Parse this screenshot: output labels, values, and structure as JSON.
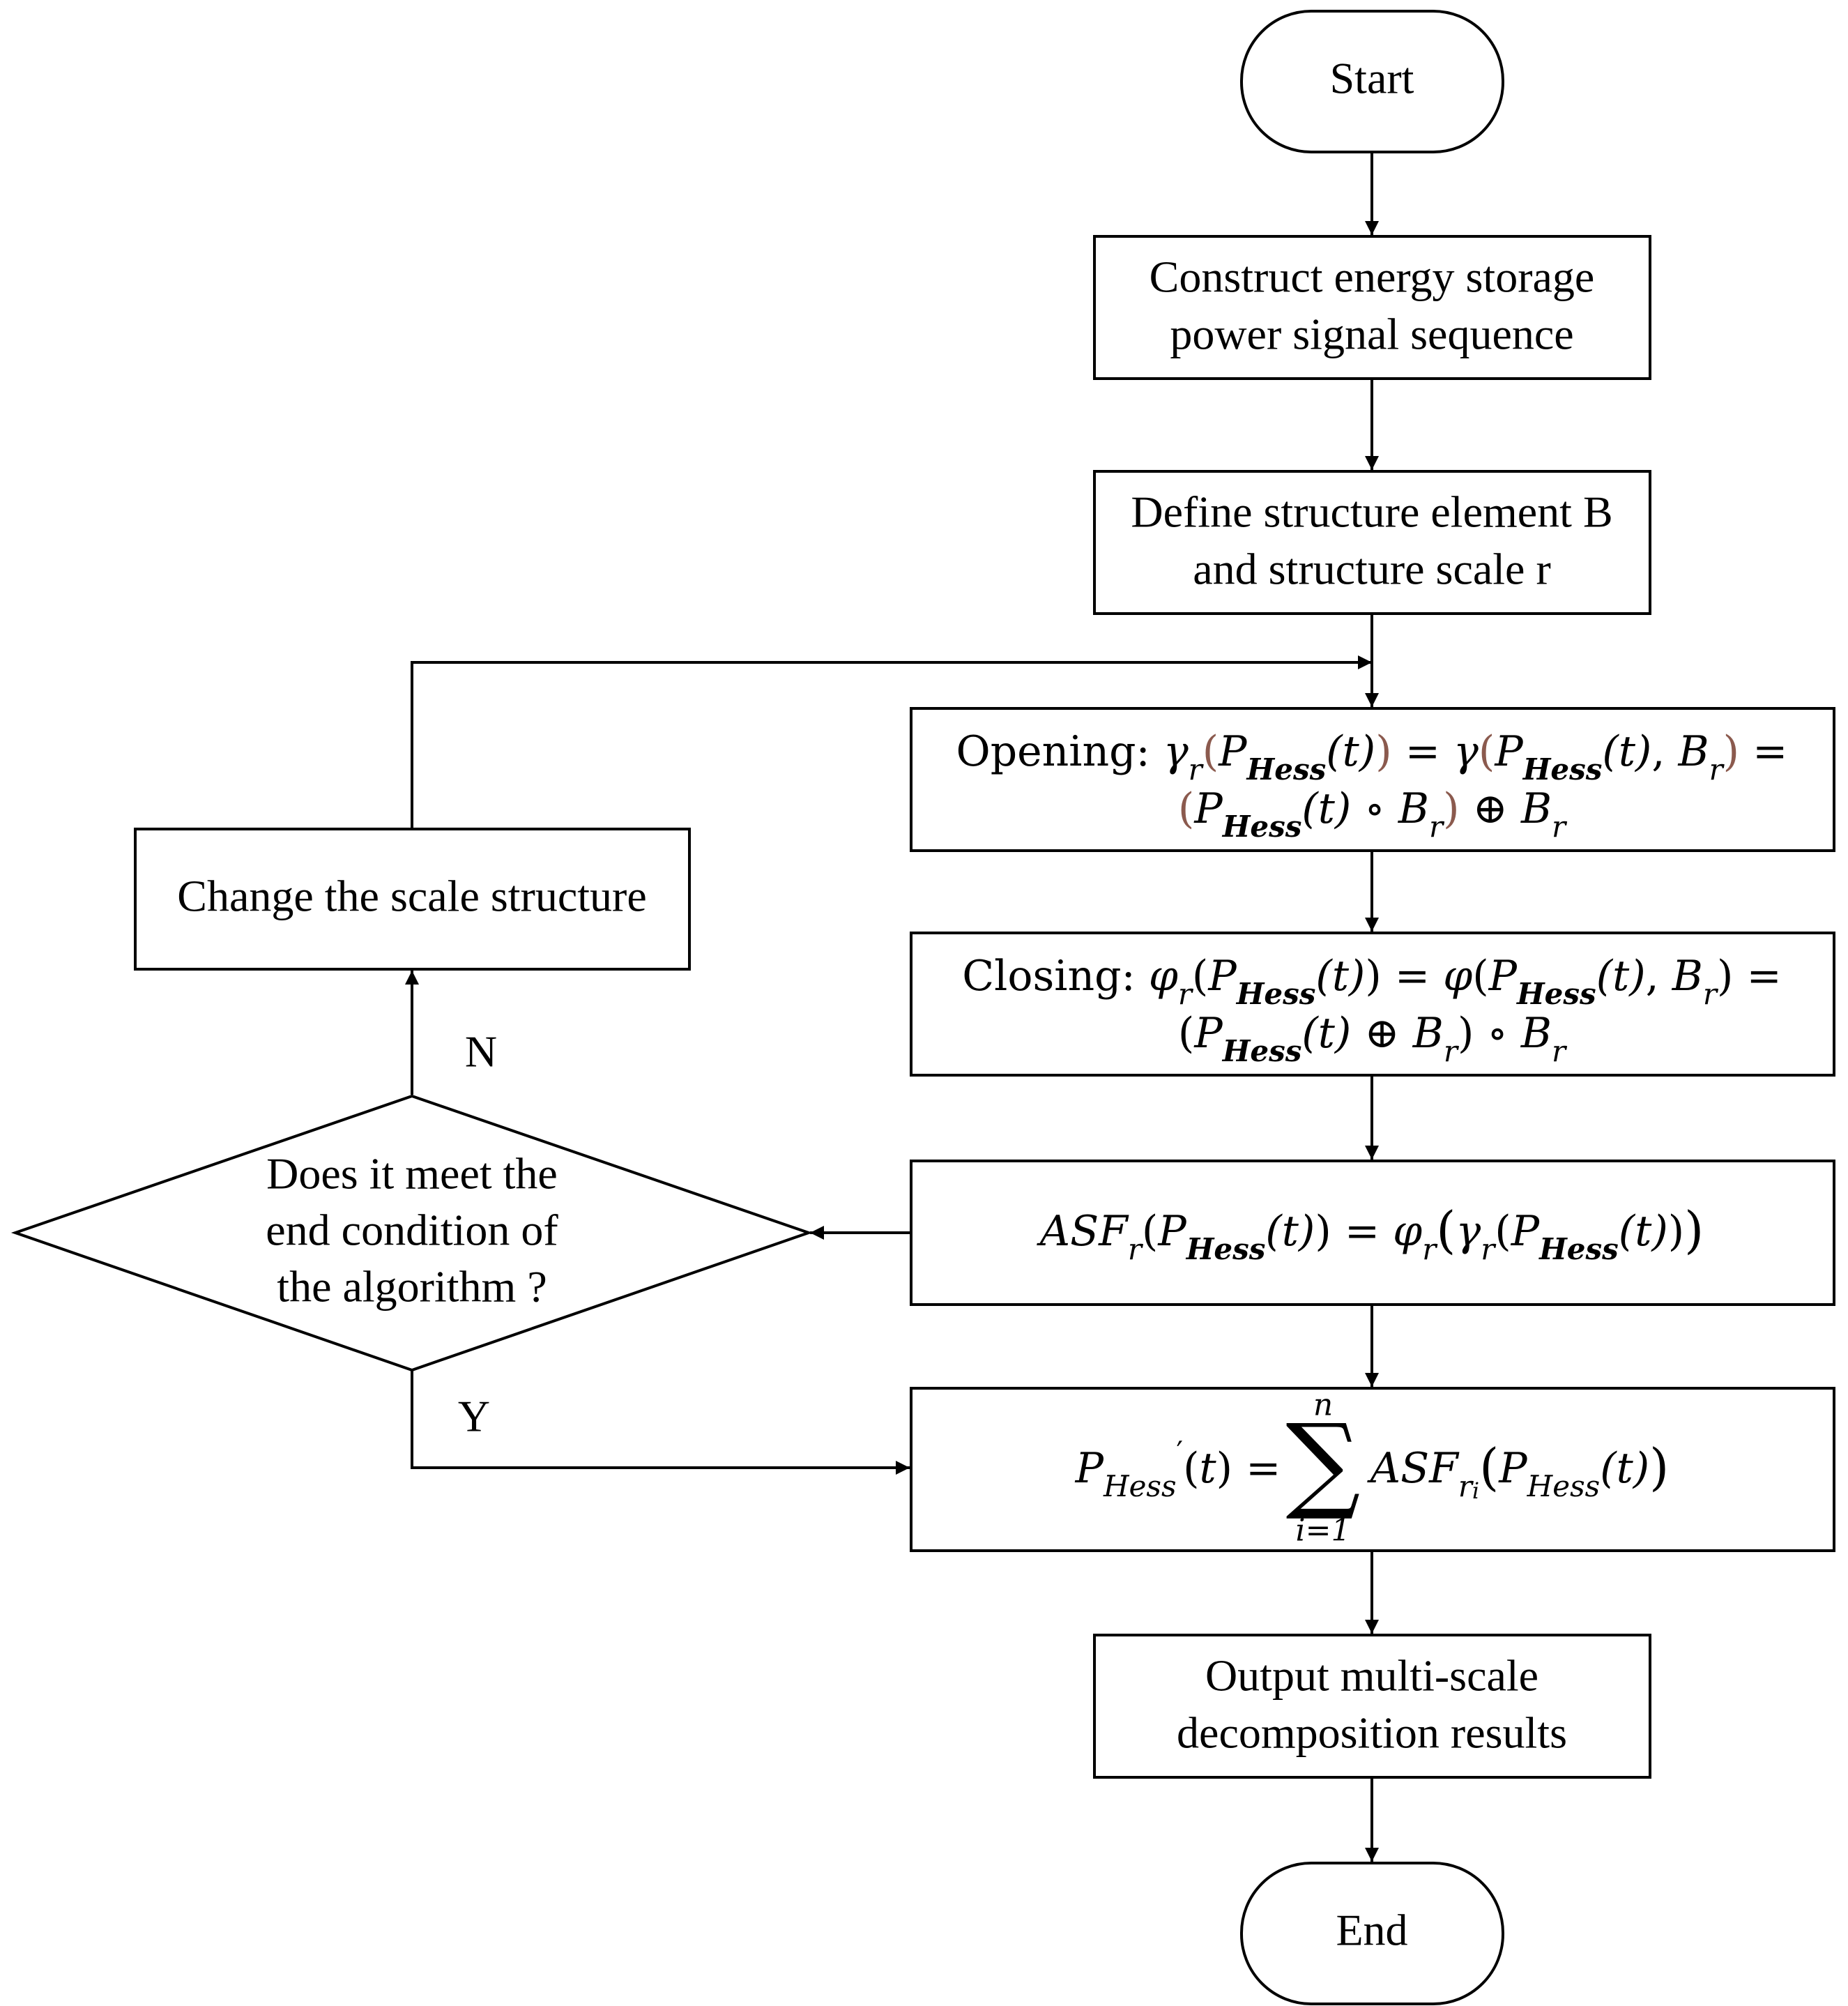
{
  "nodes": {
    "start": "Start",
    "construct": [
      "Construct energy storage",
      "power signal sequence"
    ],
    "define": [
      "Define structure element B",
      "and structure scale r"
    ],
    "opening": {
      "label": "Opening: ",
      "lhs_fn": "γ",
      "lhs_sub": "r",
      "lhs_arg": "P",
      "arg_sub": "Hess",
      "arg_t": "(t)",
      "eq": "=",
      "rhs_fn": "γ",
      "rhs_B": "B",
      "rhs_Bsub": "r",
      "line2_op_open": "∘",
      "line2_op_dil": "⊕"
    },
    "closing": {
      "label": "Closing: ",
      "fn": "φ",
      "sub": "r"
    },
    "asf": {
      "name": "ASF",
      "sub": "r"
    },
    "sum": {
      "lhs": "P",
      "lhs_sub": "Hess",
      "prime": "′",
      "upper": "n",
      "lower": "i=1",
      "term": "ASF",
      "term_sub": "r",
      "term_subsub": "i"
    },
    "change": "Change the scale structure",
    "decision": [
      "Does it meet the",
      "end condition of",
      "the algorithm ?"
    ],
    "output": [
      "Output multi-scale",
      "decomposition results"
    ],
    "end": "End"
  },
  "edge_labels": {
    "no": "N",
    "yes": "Y"
  }
}
